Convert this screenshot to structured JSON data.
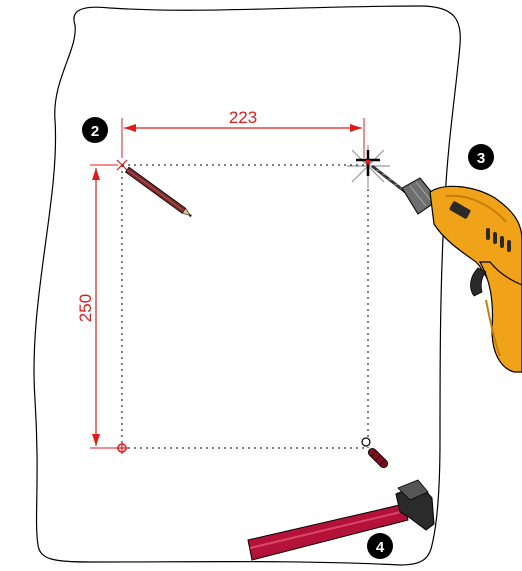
{
  "colors": {
    "dimension": "#e01b1b",
    "wall_outline": "#000000",
    "drill_body": "#f0a219",
    "drill_dark": "#2a2a2a",
    "hammer_handle": "#b5123a",
    "pencil": "#7a2a2a",
    "badge": "#000000"
  },
  "dimensions": {
    "width_label": "223",
    "height_label": "250"
  },
  "steps": [
    {
      "number": "2",
      "icon": "pencil-icon"
    },
    {
      "number": "3",
      "icon": "drill-icon"
    },
    {
      "number": "4",
      "icon": "hammer-icon"
    }
  ]
}
